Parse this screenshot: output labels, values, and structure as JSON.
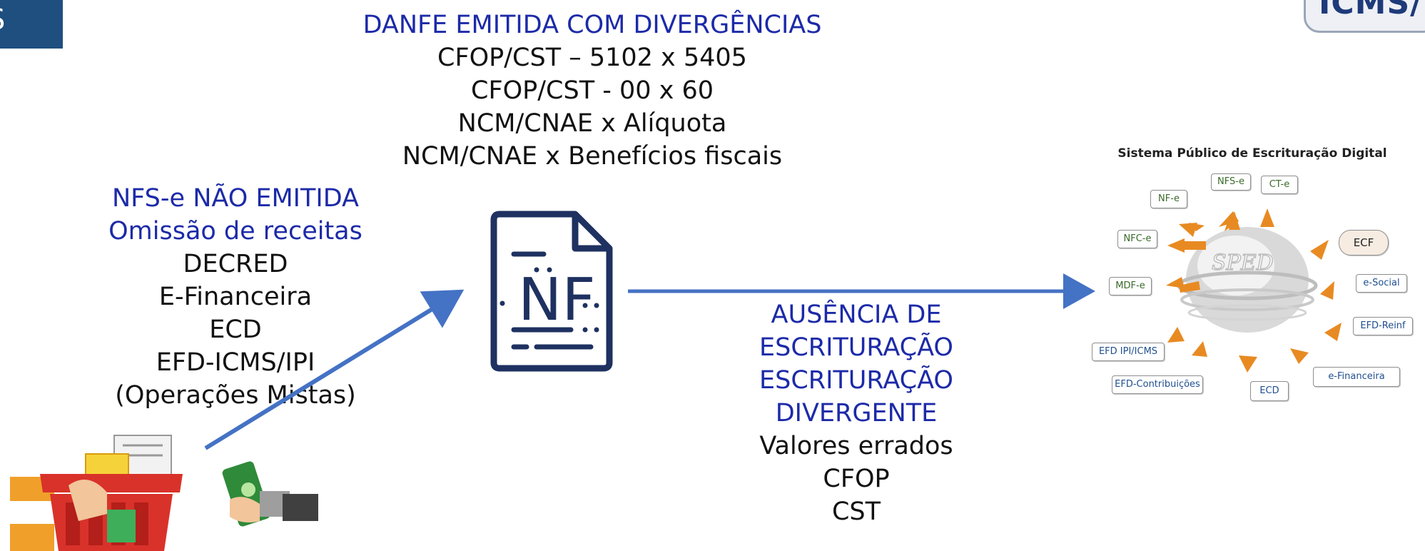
{
  "corner_badge": {
    "text": "S"
  },
  "top_right_tag": {
    "text": "ICMS/"
  },
  "top_block": {
    "lines": [
      "DANFE EMITIDA COM DIVERGÊNCIAS",
      "CFOP/CST – 5102 x 5405",
      "CFOP/CST - 00 x 60",
      "NCM/CNAE x Alíquota",
      "NCM/CNAE x Benefícios fiscais"
    ]
  },
  "left_block": {
    "lines": [
      "NFS-e NÃO EMITIDA",
      "Omissão de receitas",
      "DECRED",
      "E-Financeira",
      "ECD",
      "EFD-ICMS/IPI",
      "(Operações Mistas)"
    ]
  },
  "right_block": {
    "lines": [
      "AUSÊNCIA DE",
      "ESCRITURAÇÃO",
      "ESCRITURAÇÃO",
      "DIVERGENTE",
      "Valores errados",
      "CFOP",
      "CST"
    ]
  },
  "nf_icon": {
    "text": "NF"
  },
  "sped": {
    "title": "Sistema Público de Escrituração Digital",
    "center_label": "SPED",
    "modules": {
      "nfs_e": "NFS-e",
      "ct_e": "CT-e",
      "nf_e": "NF-e",
      "nfc_e": "NFC-e",
      "ecf": "ECF",
      "mdf_e": "MDF-e",
      "e_social": "e-Social",
      "efd_reinf": "EFD-Reinf",
      "efd_ipi_icms": "EFD IPI/ICMS",
      "efd_contribuicoes": "EFD-Contribuições",
      "ecd": "ECD",
      "e_financeira": "e-Financeira"
    }
  },
  "colors": {
    "accent_blue": "#1c2aa8",
    "arrow_blue": "#4472c4",
    "icon_navy": "#1e3160",
    "sped_arrow": "#e88a22"
  }
}
